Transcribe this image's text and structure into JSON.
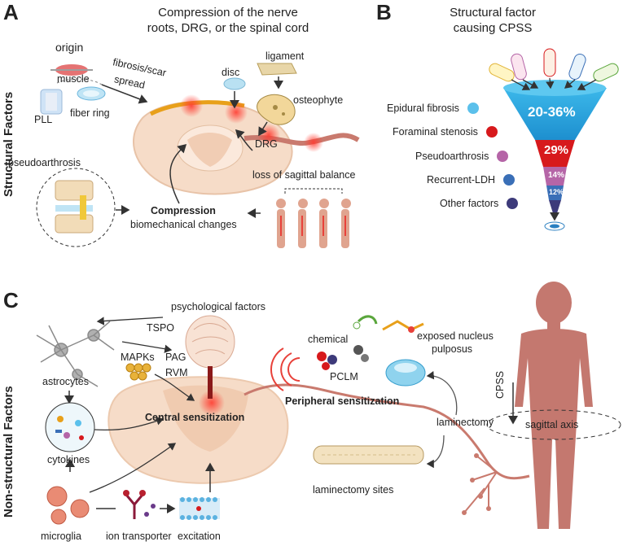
{
  "panelA": {
    "letter": "A",
    "title_line1": "Compression of the nerve",
    "title_line2": "roots, DRG, or the spinal cord",
    "side_label": "Structural Factors",
    "labels": {
      "origin": "origin",
      "muscle": "muscle",
      "fibrosis": "fibrosis/scar",
      "spread": "spread",
      "pll": "PLL",
      "fiber_ring": "fiber ring",
      "disc": "disc",
      "ligament": "ligament",
      "osteophyte": "osteophyte",
      "drg": "DRG",
      "pseudoarthrosis": "pseudoarthrosis",
      "sagittal": "loss of sagittal balance",
      "compression": "Compression",
      "biomech": "biomechanical changes"
    }
  },
  "panelB": {
    "letter": "B",
    "title_line1": "Structural factor",
    "title_line2": "causing CPSS",
    "legend": [
      {
        "label": "Epidural fibrosis",
        "color": "#5bc0eb"
      },
      {
        "label": "Foraminal stenosis",
        "color": "#d7191c"
      },
      {
        "label": "Pseudoarthrosis",
        "color": "#b565a7"
      },
      {
        "label": "Recurrent-LDH",
        "color": "#3a6fb7"
      },
      {
        "label": "Other factors",
        "color": "#3d3a7a"
      }
    ],
    "funnel_values": [
      "20-36%",
      "29%",
      "14%",
      "12%"
    ]
  },
  "panelC": {
    "letter": "C",
    "side_label": "Non-structural Factors",
    "labels": {
      "psych": "psychological factors",
      "tspo": "TSPO",
      "mapks": "MAPKs",
      "pag": "PAG",
      "rvm": "RVM",
      "astrocytes": "astrocytes",
      "cytokines": "cytokines",
      "central": "Central sensitization",
      "microglia": "microglia",
      "ion": "ion transporter",
      "excitation": "excitation",
      "chemical": "chemical",
      "pclm": "PCLM",
      "exposed1": "exposed nucleus",
      "exposed2": "pulposus",
      "peripheral": "Peripheral sensitization",
      "laminectomy": "laminectomy",
      "laminectomy_sites": "laminectomy sites",
      "cpss": "CPSS",
      "sagittal_axis": "sagittal axis"
    }
  },
  "colors": {
    "tissue": "#f6dcc8",
    "nerve": "#c97a6e",
    "body": "#c4786f",
    "red_glow": "#e8413a",
    "funnel_blue": "#2aa7dc",
    "funnel_red": "#d7191c",
    "funnel_purple": "#b565a7",
    "funnel_blue2": "#3a6fb7",
    "funnel_navy": "#3d3a7a"
  }
}
